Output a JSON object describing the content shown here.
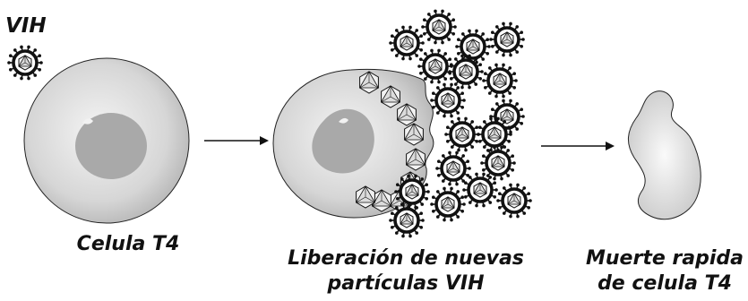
{
  "labels": {
    "virus": "VIH",
    "stage1": "Celula T4",
    "stage2_line1": "Liberación de nuevas",
    "stage2_line2": "partículas VIH",
    "stage3_line1": "Muerte rapida",
    "stage3_line2": "de celula T4"
  },
  "colors": {
    "ink": "#111111",
    "cell_light": "#eeeeee",
    "cell_mid": "#bdbdbd",
    "nucleus": "#a9a9a9",
    "virus_fill": "#f2f2f2"
  },
  "icons": {
    "virus": "hiv-virion-icon",
    "arrow": "right-arrow-icon"
  }
}
